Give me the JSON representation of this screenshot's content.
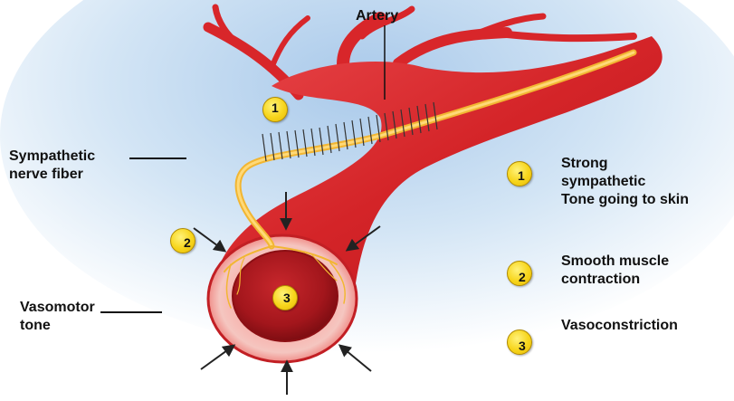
{
  "labels": {
    "artery": "Artery",
    "sympathetic_nerve_fiber": "Sympathetic\nnerve fiber",
    "vasomotor_tone": "Vasomotor\ntone"
  },
  "badges": {
    "n1": "1",
    "n2": "2",
    "n3": "3"
  },
  "legend": [
    {
      "number": "1",
      "text": "Strong\nsympathetic\nTone going to skin"
    },
    {
      "number": "2",
      "text": "Smooth muscle\ncontraction"
    },
    {
      "number": "3",
      "text": "Vasoconstriction"
    }
  ],
  "colors": {
    "vessel": "#d8262a",
    "nerve": "#f2b632",
    "badge": "#f7d51b",
    "background_glow": "#c9dff2"
  }
}
